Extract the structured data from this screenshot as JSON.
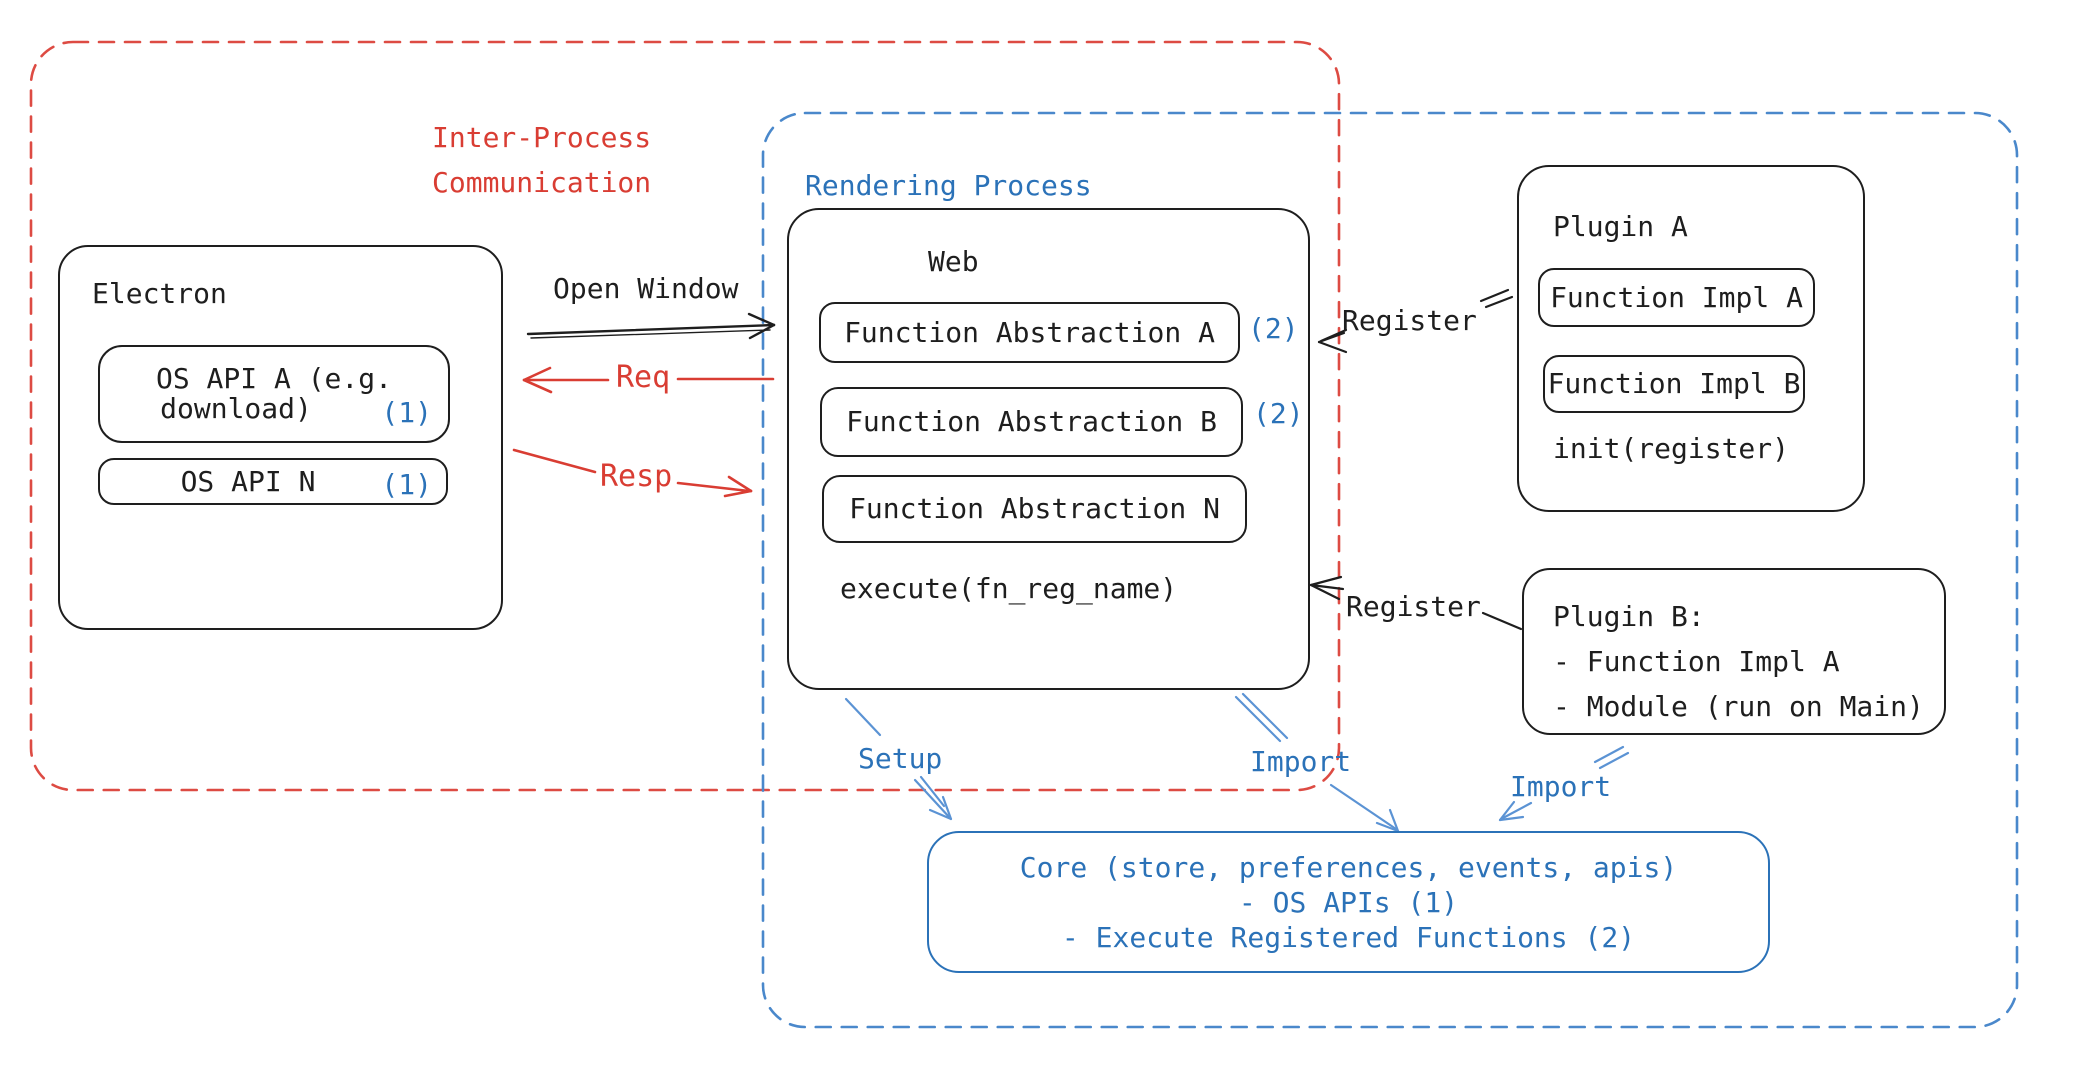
{
  "regions": {
    "ipc": {
      "line1": "Inter-Process",
      "line2": "Communication"
    },
    "rendering": {
      "label": "Rendering Process"
    }
  },
  "electron": {
    "title": "Electron",
    "api_a": {
      "line1": "OS API A (e.g.",
      "line2": "download)",
      "badge": "(1)"
    },
    "api_n": {
      "label": "OS API N",
      "badge": "(1)"
    }
  },
  "web": {
    "title": "Web",
    "fn_a": {
      "label": "Function Abstraction A",
      "badge": "(2)"
    },
    "fn_b": {
      "label": "Function Abstraction B",
      "badge": "(2)"
    },
    "fn_n": {
      "label": "Function Abstraction N"
    },
    "execute": "execute(fn_reg_name)"
  },
  "plugin_a": {
    "title": "Plugin A",
    "impl_a": "Function Impl A",
    "impl_b": "Function Impl B",
    "init": "init(register)"
  },
  "plugin_b": {
    "line1": "Plugin B:",
    "line2": "- Function Impl A",
    "line3": "- Module (run on Main)"
  },
  "core": {
    "line1": "Core (store, preferences, events, apis)",
    "line2": "- OS APIs (1)",
    "line3": "- Execute Registered Functions (2)"
  },
  "arrows": {
    "open_window": "Open Window",
    "req": "Req",
    "resp": "Resp",
    "register_top": "Register",
    "register_bottom": "Register",
    "setup": "Setup",
    "import_web": "Import",
    "import_plugin": "Import"
  },
  "colors": {
    "black": "#1e1e1e",
    "red": "#d93d33",
    "blue": "#2b72b8",
    "dash_red": "#dd4b43",
    "dash_blue": "#4a88cb"
  }
}
